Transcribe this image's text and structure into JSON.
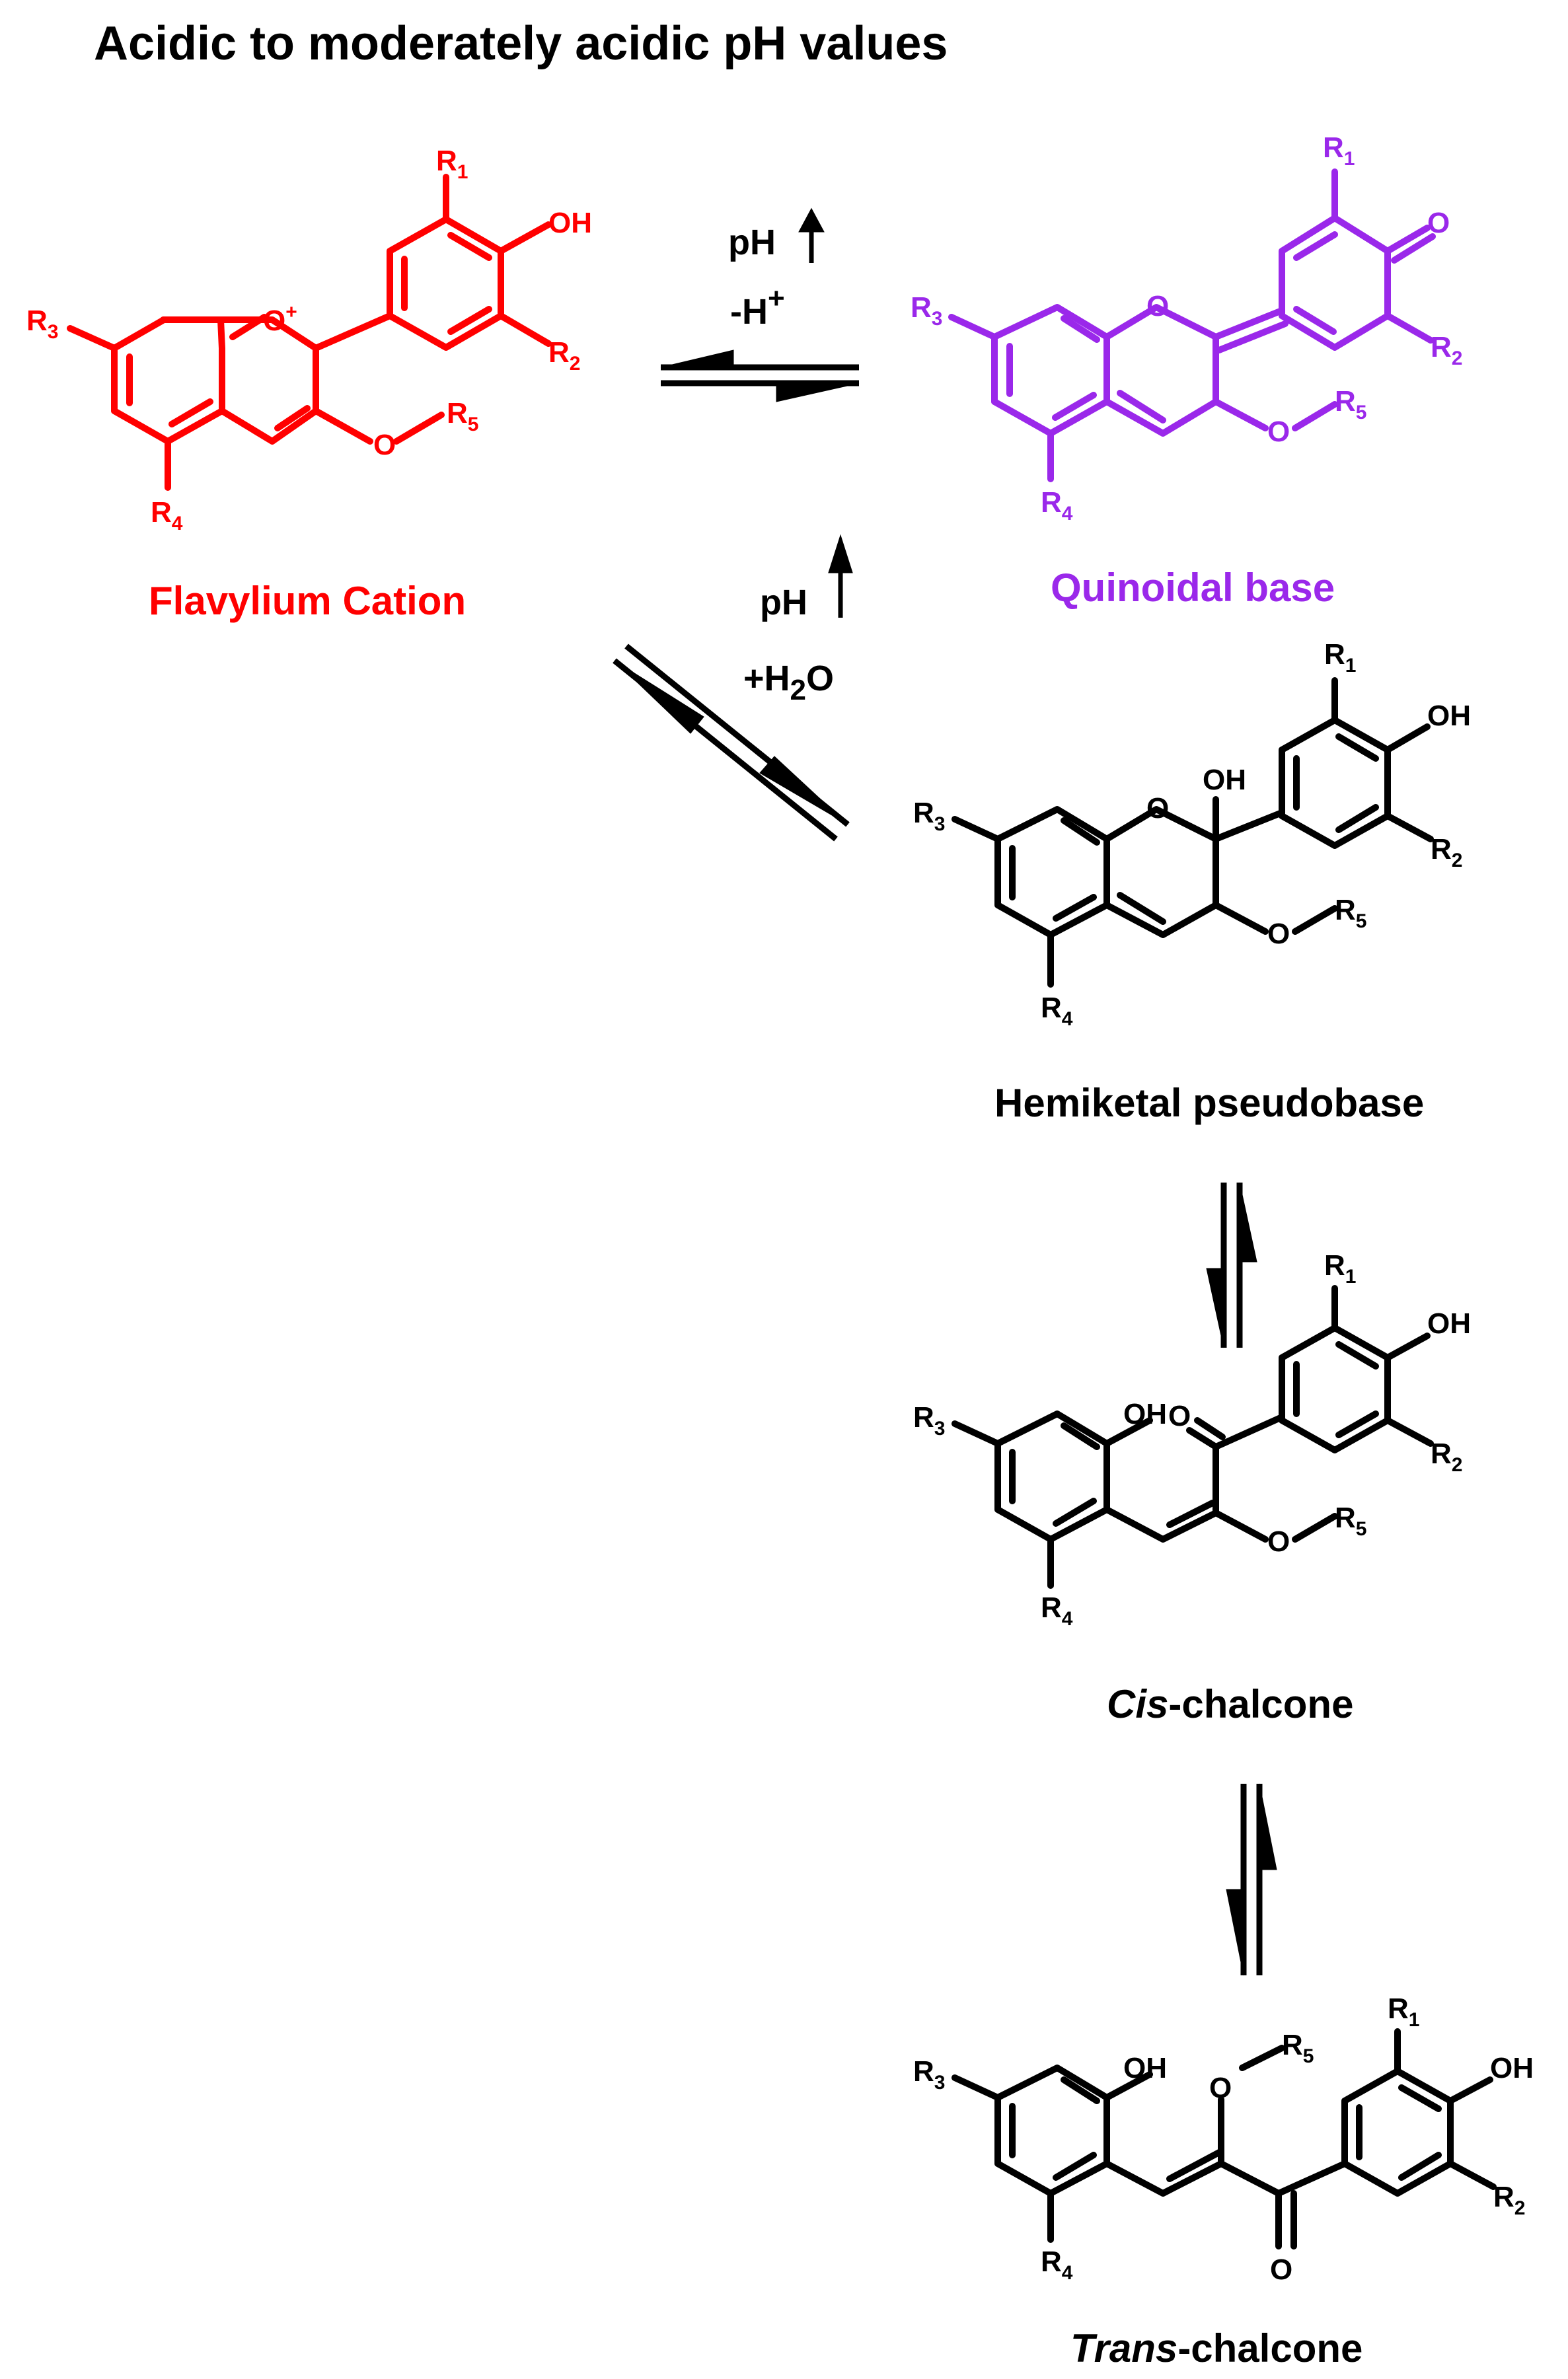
{
  "title": "Acidic to moderately acidic pH values",
  "colors": {
    "flavylium": "#ff0000",
    "quinoidal": "#9a28ea",
    "neutral": "#000000",
    "background": "#ffffff"
  },
  "species": [
    {
      "name": "Flavylium Cation"
    },
    {
      "name": "Quinoidal base"
    },
    {
      "name": "Hemiketal pseudobase"
    },
    {
      "name_italic": "Cis",
      "name_rest": "-chalcone"
    },
    {
      "name_italic": "Trans",
      "name_rest": "-chalcone"
    }
  ],
  "conditions": {
    "deprotonation": {
      "ph": "pH",
      "reagent_sign": "-H",
      "reagent_charge": "+"
    },
    "hydration": {
      "ph": "pH",
      "reagent_prefix": "+H",
      "reagent_sub": "2",
      "reagent_suffix": "O"
    }
  },
  "atom_labels": {
    "R1": "R",
    "R1_sub": "1",
    "R2": "R",
    "R2_sub": "2",
    "R3": "R",
    "R3_sub": "3",
    "R4": "R",
    "R4_sub": "4",
    "R5": "R",
    "R5_sub": "5",
    "OH": "OH",
    "O": "O",
    "O_plus": "O",
    "plus": "+"
  }
}
